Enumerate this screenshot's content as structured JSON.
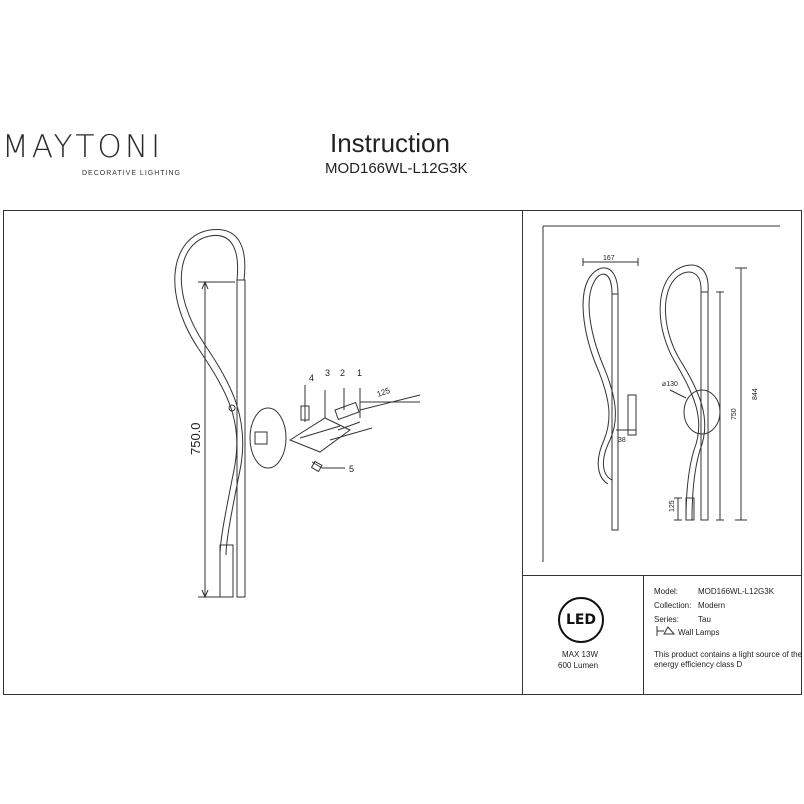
{
  "brand": {
    "name": "MAYTONI",
    "tagline": "DECORATIVE LIGHTING"
  },
  "header": {
    "title": "Instruction",
    "model": "MOD166WL-L12G3K"
  },
  "left_drawing": {
    "dimension_height": "750.0",
    "part_numbers": [
      "1",
      "2",
      "3",
      "4",
      "5"
    ],
    "part_dim": "125"
  },
  "right_drawing": {
    "width_dim": "167",
    "diameter_dim": "⌀130",
    "depth_dim": "38",
    "height_dim": "750",
    "total_dim": "844",
    "bottom_dim": "125"
  },
  "badge": {
    "label": "LED",
    "power": "MAX 13W",
    "lumen": "600 Lumen"
  },
  "specs": {
    "model_label": "Model:",
    "model_value": "MOD166WL-L12G3K",
    "collection_label": "Collection:",
    "collection_value": "Modern",
    "series_label": "Series:",
    "series_value": "Tau",
    "type_value": "Wall Lamps",
    "energy_line1": "This product contains a light source of the",
    "energy_line2": "energy efficiency class D"
  }
}
